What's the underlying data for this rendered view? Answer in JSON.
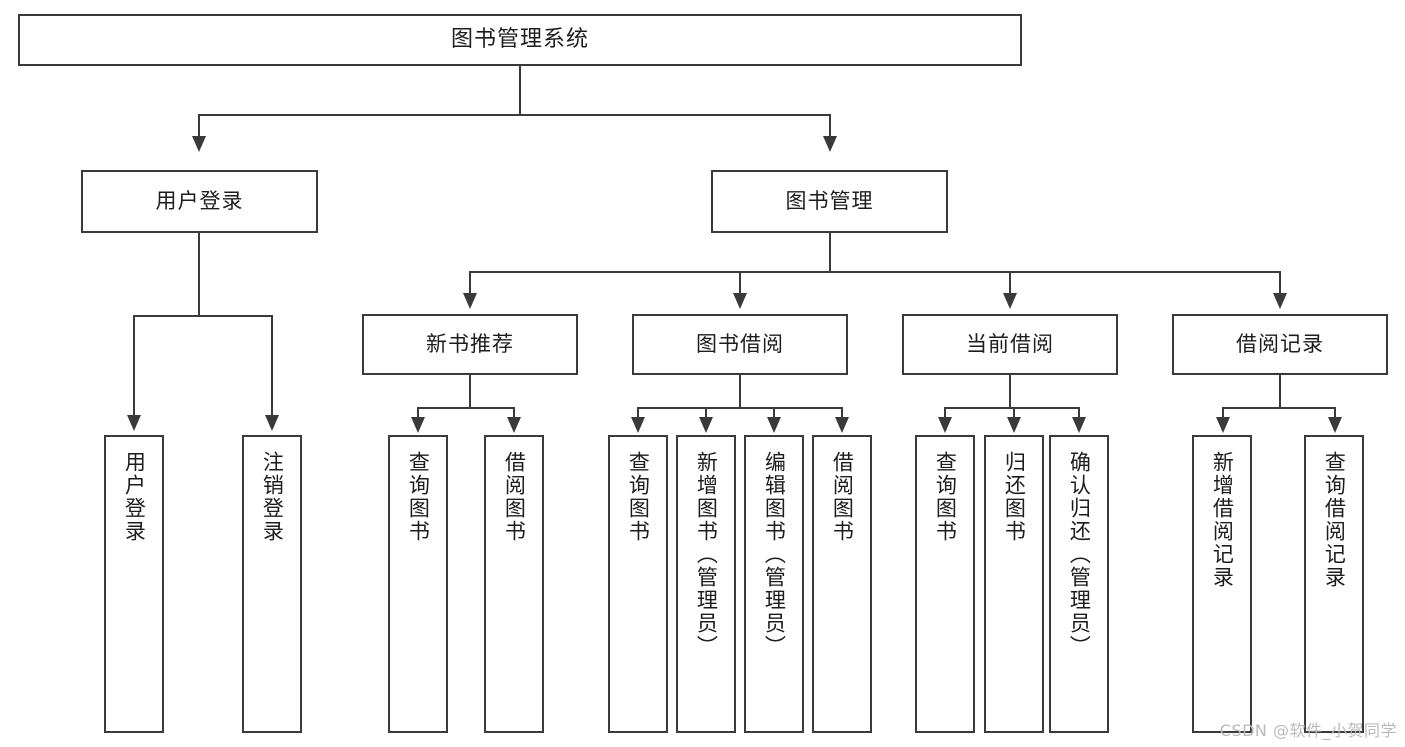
{
  "diagram": {
    "kind": "tree-structure-chart",
    "title_node": {
      "id": "root",
      "label": "图书管理系统"
    },
    "level2": [
      {
        "id": "user-login",
        "label": "用户登录"
      },
      {
        "id": "book-manage",
        "label": "图书管理"
      }
    ],
    "level3": [
      {
        "id": "new-book-recommend",
        "label": "新书推荐"
      },
      {
        "id": "book-borrow",
        "label": "图书借阅"
      },
      {
        "id": "current-borrow",
        "label": "当前借阅"
      },
      {
        "id": "borrow-record",
        "label": "借阅记录"
      }
    ],
    "leaves": {
      "user_login": [
        {
          "id": "leaf-user-login",
          "label": "用户登录"
        },
        {
          "id": "leaf-logout-login",
          "label": "注销登录"
        }
      ],
      "new_book_recommend": [
        {
          "id": "leaf-query-book-1",
          "label": "查询图书"
        },
        {
          "id": "leaf-borrow-book-1",
          "label": "借阅图书"
        }
      ],
      "book_borrow": [
        {
          "id": "leaf-query-book-2",
          "label": "查询图书"
        },
        {
          "id": "leaf-add-book",
          "label": "新增图书（管理员）"
        },
        {
          "id": "leaf-edit-book",
          "label": "编辑图书（管理员）"
        },
        {
          "id": "leaf-borrow-book-2",
          "label": "借阅图书"
        }
      ],
      "current_borrow": [
        {
          "id": "leaf-query-book-3",
          "label": "查询图书"
        },
        {
          "id": "leaf-return-book",
          "label": "归还图书"
        },
        {
          "id": "leaf-confirm-return",
          "label": "确认归还（管理员）"
        }
      ],
      "borrow_record": [
        {
          "id": "leaf-add-record",
          "label": "新增借阅记录"
        },
        {
          "id": "leaf-query-record",
          "label": "查询借阅记录"
        }
      ]
    }
  },
  "watermark": {
    "text": "CSDN @软件_小贺同学"
  },
  "colors": {
    "stroke": "#3a3a3a",
    "fill": "#ffffff",
    "text": "#1d1d1d",
    "watermark": "#b9b9b9"
  }
}
